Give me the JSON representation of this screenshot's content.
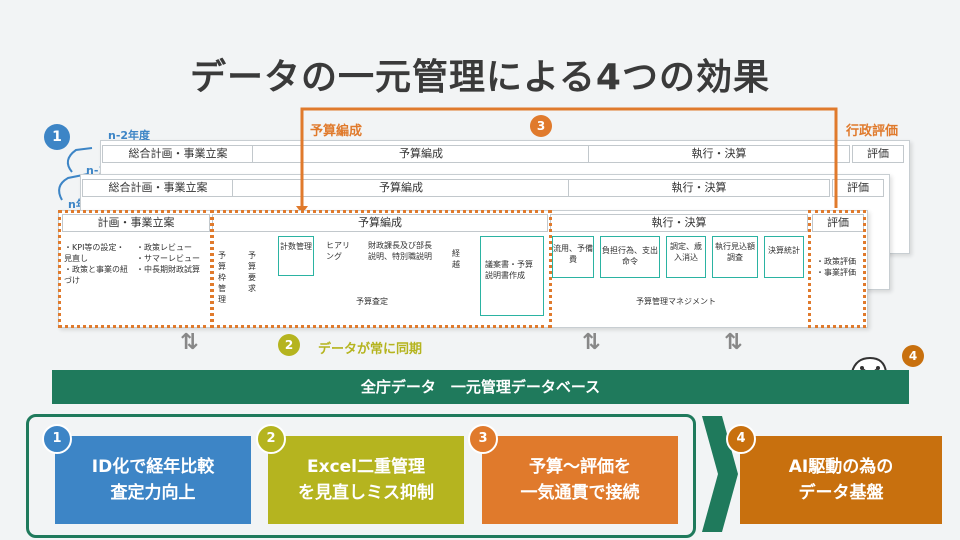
{
  "title": "データの一元管理による4つの効果",
  "years": {
    "n2": "n-2年度",
    "n1": "n-1年度",
    "n": "n年度"
  },
  "top_labels": {
    "yosan_hensei": "予算編成",
    "gyosei_hyoka": "行政評価"
  },
  "phases": {
    "keikaku": "計画・事業立案",
    "sogo": "総合計画・事業立案",
    "yosan": "予算編成",
    "shikko": "執行・決算",
    "hyoka": "評価"
  },
  "cells": {
    "keikaku_a": "・KPI等の設定・見直し\n・政策と事業の紐づけ",
    "keikaku_b": "・政策レビュー\n・サマーレビュー\n・中長期財政試算",
    "yosan_waku": "予算枠管理",
    "yosan_yokyu": "予算要求",
    "keisu": "計数管理",
    "hearing": "ヒアリング",
    "zaisei": "財政課長及び部長説明、特別職説明",
    "hensei_end": "経越",
    "setsumei": "議案書・予算説明書作成",
    "satei": "予算査定",
    "ryuyo": "流用、予備費",
    "futan": "負担行為、支出命令",
    "chotei": "調定、歳入消込",
    "mikomi": "執行見込額調査",
    "kessan": "決算統計",
    "management": "予算管理マネジメント",
    "hyoka_list": "・政策評価\n・事業評価"
  },
  "sync_label": "データが常に同期",
  "database": "全庁データ　一元管理データベース",
  "badges": [
    "1",
    "2",
    "3",
    "4"
  ],
  "effects": [
    {
      "num": "1",
      "text": "ID化で経年比較\n査定力向上",
      "color": "#3d85c6"
    },
    {
      "num": "2",
      "text": "Excel二重管理\nを見直しミス抑制",
      "color": "#b5b41f"
    },
    {
      "num": "3",
      "text": "予算～評価を\n一気通貫で接続",
      "color": "#e07a2c"
    },
    {
      "num": "4",
      "text": "AI駆動の為の\nデータ基盤",
      "color": "#c8700e"
    }
  ],
  "colors": {
    "teal": "#2bb3a2",
    "orange": "#e07a2c",
    "green": "#1f7a5c",
    "blue": "#3d85c6"
  }
}
